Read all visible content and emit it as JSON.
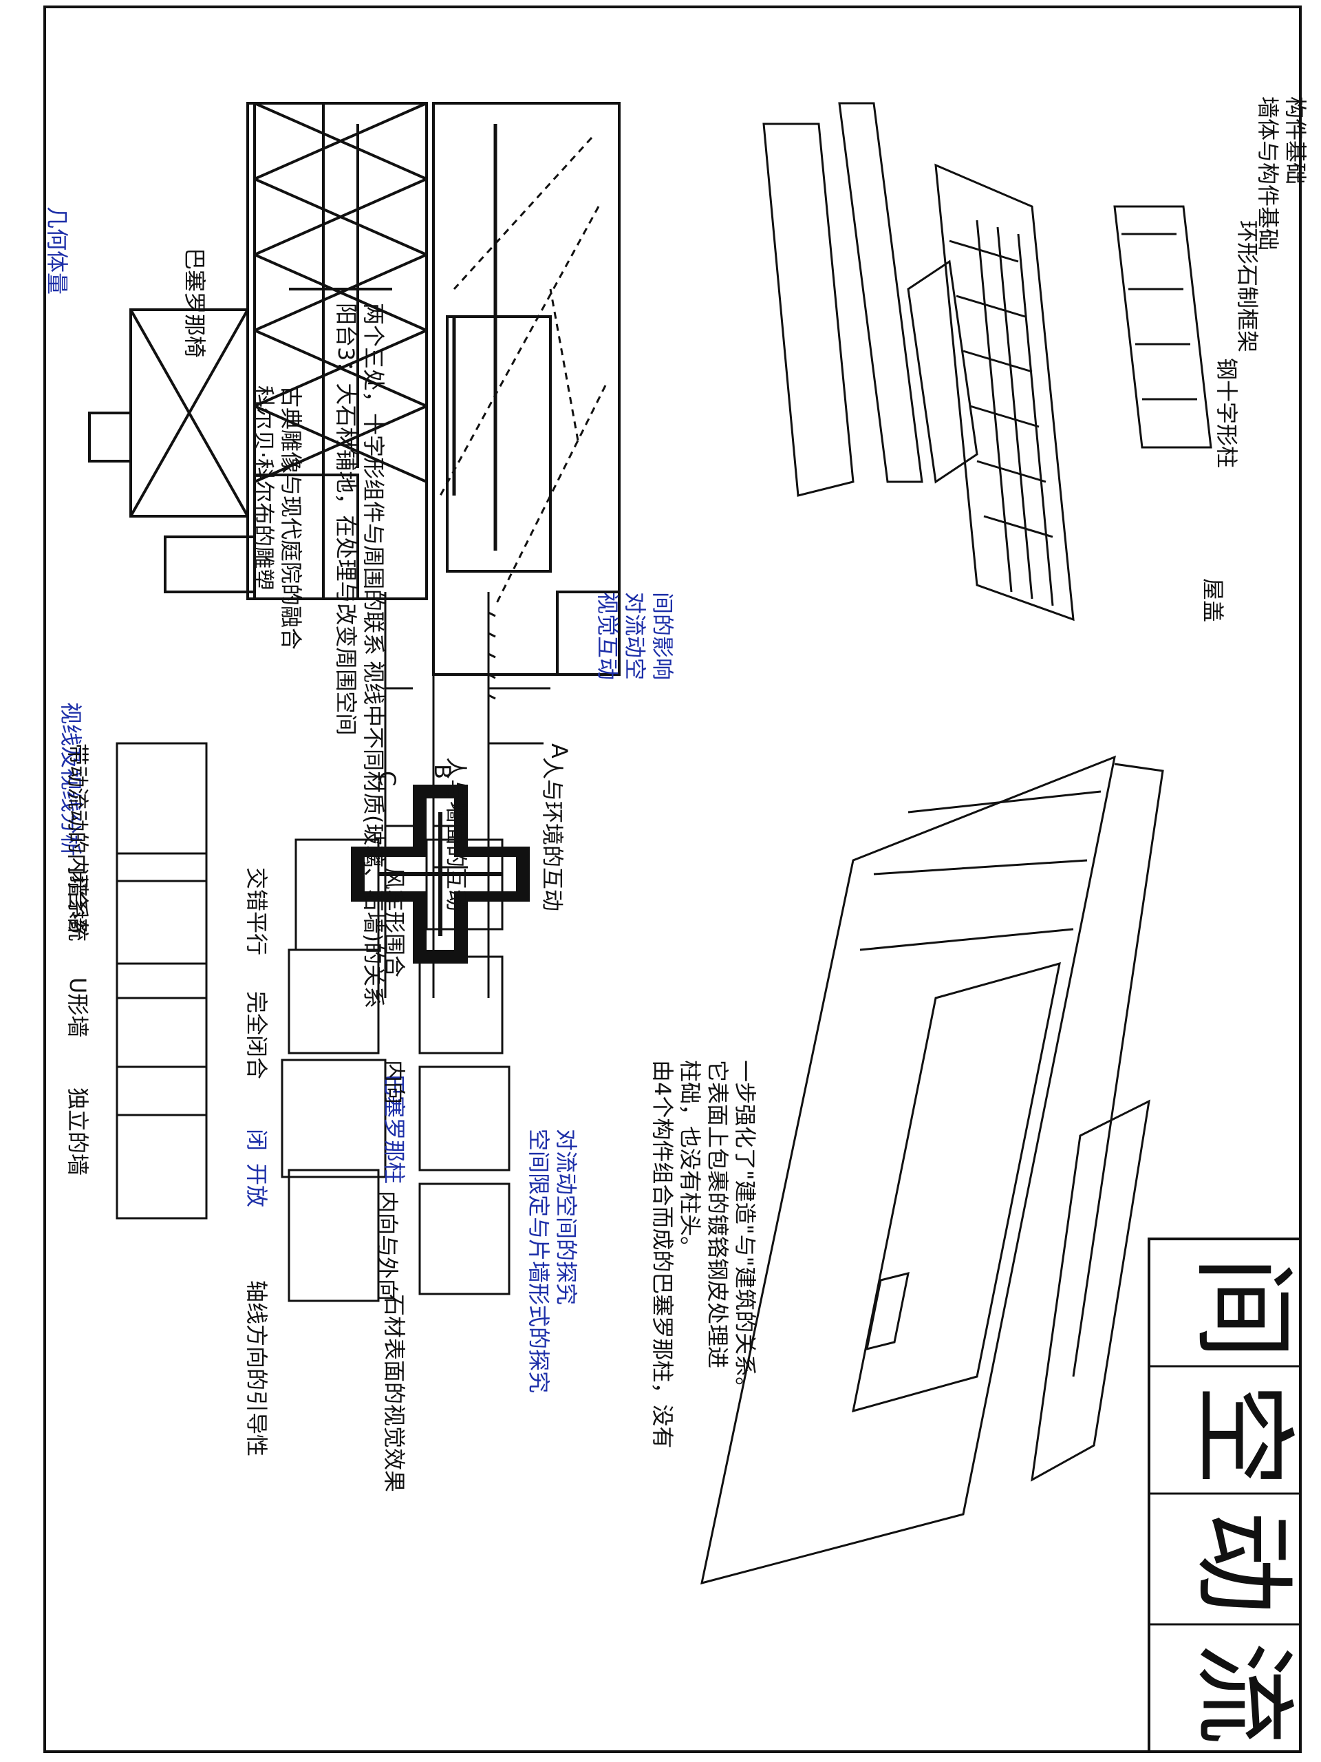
{
  "title": {
    "chars": [
      "流",
      "动",
      "空",
      "间"
    ]
  },
  "notes": {
    "chair": "巴塞罗那椅",
    "sculpture_line1": "科尔贝·科尔布的雕塑",
    "sculpture_line2": "古典雕像与现代庭院的融合",
    "floor_line1": "阳台3：大石材铺地，在处理与改变周围空间",
    "floor_line2": "两个三处，十字形组件与周围的联系",
    "geometry": "几何体量",
    "visual": "视线及视线分析",
    "perspective_marks": [
      "A",
      "B",
      "C"
    ],
    "sightline_A": "人与环境的互动",
    "sightline_B": "人与墙面的互动",
    "sightline_C": "视线中不同材质(玻璃、石墙)的关系",
    "sight_box_1": "视觉互动",
    "sight_box_2": "对流动空",
    "sight_box_3": "间的影响",
    "column_title": "巴塞罗那柱",
    "column_desc_1": "由4个构件组合而成的巴塞罗那柱，没有",
    "column_desc_2": "柱础，也没有柱头。",
    "column_desc_3": "它表面上包裹的镀铬钢皮处理进",
    "column_desc_4": "一步强化了\"建造\"与\"建筑的关系。",
    "wall_independent": "独立的墙",
    "wall_u": "U形墙",
    "wall_closed": "闭合墙",
    "wall_flow": "带动流动的内墙系统",
    "axis": "轴线方向的引导性",
    "open": "开放",
    "closed": "闭",
    "enclosure": "完全闭合",
    "cross_staggered": "交错平行",
    "inward_outward": "内向与外向",
    "inward": "内向",
    "pinwheel": "风车形围合",
    "stone_effect": "石材表面的视觉效果",
    "research_1": "空间限定与片墙形式的探究",
    "research_2": "对流动空间的探究",
    "roof": "屋盖",
    "cross_columns": "钢十字形柱",
    "roof_frame": "环形石制框架",
    "ground_wall": "墙体与构件基础",
    "ground_wall_2": "构件基础"
  },
  "colors": {
    "ink": "#111111",
    "accent_blue": "#1d2fa8",
    "paper": "#ffffff"
  }
}
